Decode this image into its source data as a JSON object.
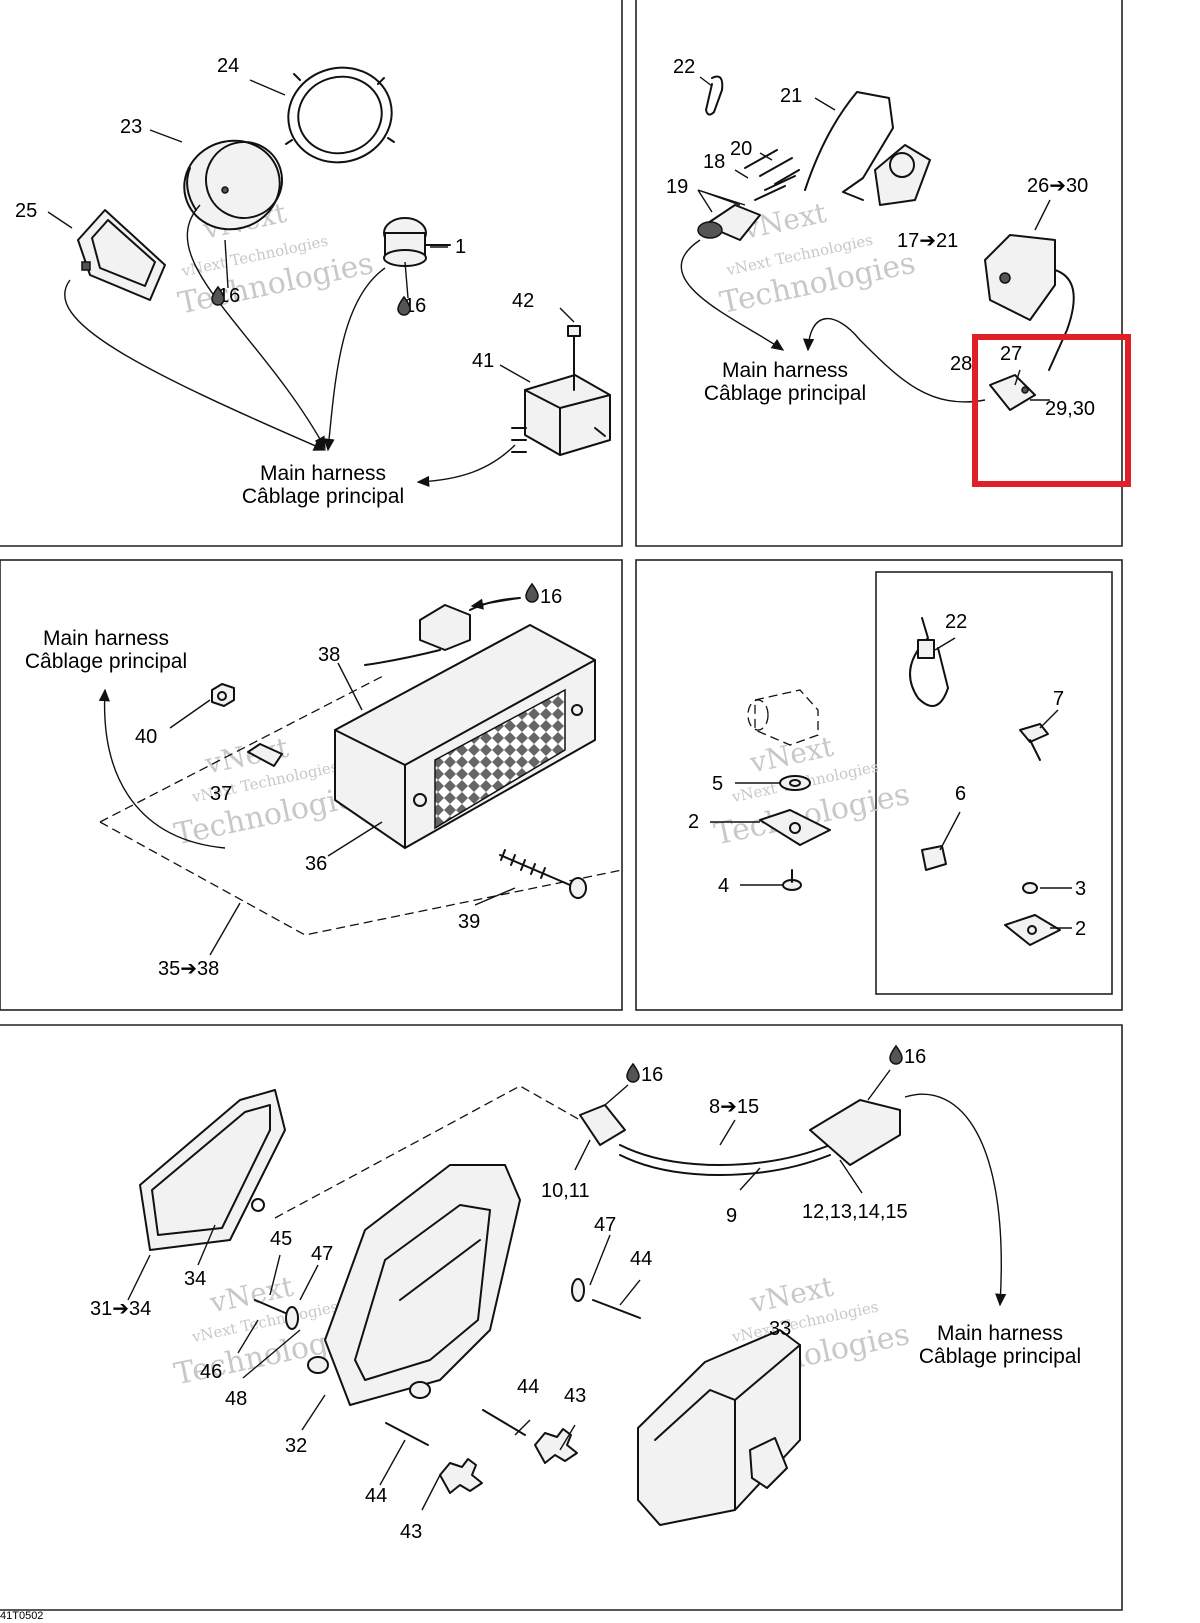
{
  "diagram_code": "41T0502",
  "highlight_color": "#e01f26",
  "harness": {
    "en": "Main harness",
    "fr": "Câblage principal"
  },
  "watermark": {
    "line1": "vNext Technologies",
    "line2": "vNext",
    "line3": "Technologies"
  },
  "panel_top_left": {
    "labels": {
      "p24": "24",
      "p23": "23",
      "p25": "25",
      "p1": "1",
      "p16a": "16",
      "p16b": "16",
      "p42": "42",
      "p41": "41"
    }
  },
  "panel_top_right": {
    "labels": {
      "p22": "22",
      "p21": "21",
      "p20": "20",
      "p18": "18",
      "p19": "19",
      "p17_21": "17➔21",
      "p26_30": "26➔30",
      "p27": "27",
      "p28": "28",
      "p29_30": "29,30"
    }
  },
  "panel_mid_left": {
    "labels": {
      "p16": "16",
      "p38": "38",
      "p40": "40",
      "p37": "37",
      "p36": "36",
      "p39": "39",
      "p35_38": "35➔38"
    }
  },
  "panel_mid_right": {
    "labels": {
      "p22": "22",
      "p7": "7",
      "p5": "5",
      "p2a": "2",
      "p6": "6",
      "p4": "4",
      "p3": "3",
      "p2b": "2"
    }
  },
  "panel_bottom": {
    "labels": {
      "p16a": "16",
      "p16b": "16",
      "p8_15": "8➔15",
      "p10_11": "10,11",
      "p9": "9",
      "p12_15": "12,13,14,15",
      "p34": "34",
      "p45": "45",
      "p47a": "47",
      "p47b": "47",
      "p44a": "44",
      "p31_34": "31➔34",
      "p46": "46",
      "p48": "48",
      "p33": "33",
      "p32": "32",
      "p44b": "44",
      "p43a": "43",
      "p44c": "44",
      "p43b": "43"
    }
  }
}
